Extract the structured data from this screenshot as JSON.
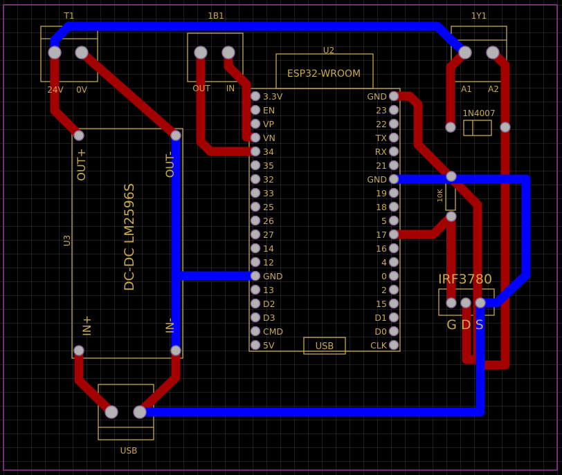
{
  "colors": {
    "background": "#000000",
    "grid": "#3b3b3b",
    "border": "#7a2a7a",
    "silkscreen": "#c9a94a",
    "top_trace": "#0000ff",
    "bottom_trace": "#a30000",
    "pad": "#b3b3b3"
  },
  "components": {
    "t1": {
      "ref": "T1",
      "pin1": "24V",
      "pin2": "0V"
    },
    "b1": {
      "ref": "1B1",
      "pin1": "OUT",
      "pin2": "IN"
    },
    "y1": {
      "ref": "1Y1",
      "pin1": "A1",
      "pin2": "A2"
    },
    "u3": {
      "ref": "U3",
      "name": "DC-DC LM2596S",
      "out_plus": "OUT+",
      "out_minus": "OUT-",
      "in_plus": "IN+",
      "in_minus": "IN-"
    },
    "u2": {
      "ref": "U2",
      "name": "ESP32-WROOM",
      "usb": "USB",
      "left_pins": [
        "3.3V",
        "EN",
        "VP",
        "VN",
        "34",
        "35",
        "32",
        "33",
        "25",
        "26",
        "27",
        "14",
        "12",
        "GND",
        "13",
        "D2",
        "D3",
        "CMD",
        "5V"
      ],
      "right_pins": [
        "GND",
        "23",
        "22",
        "TX",
        "RX",
        "21",
        "GND",
        "19",
        "18",
        "5",
        "17",
        "16",
        "4",
        "0",
        "2",
        "15",
        "D1",
        "D0",
        "CLK"
      ]
    },
    "diode": {
      "name": "1N4007"
    },
    "resistor": {
      "name": "10K"
    },
    "mosfet": {
      "name": "IRF3780",
      "pins": "G D S"
    },
    "usb_conn": {
      "ref": "USB"
    }
  }
}
